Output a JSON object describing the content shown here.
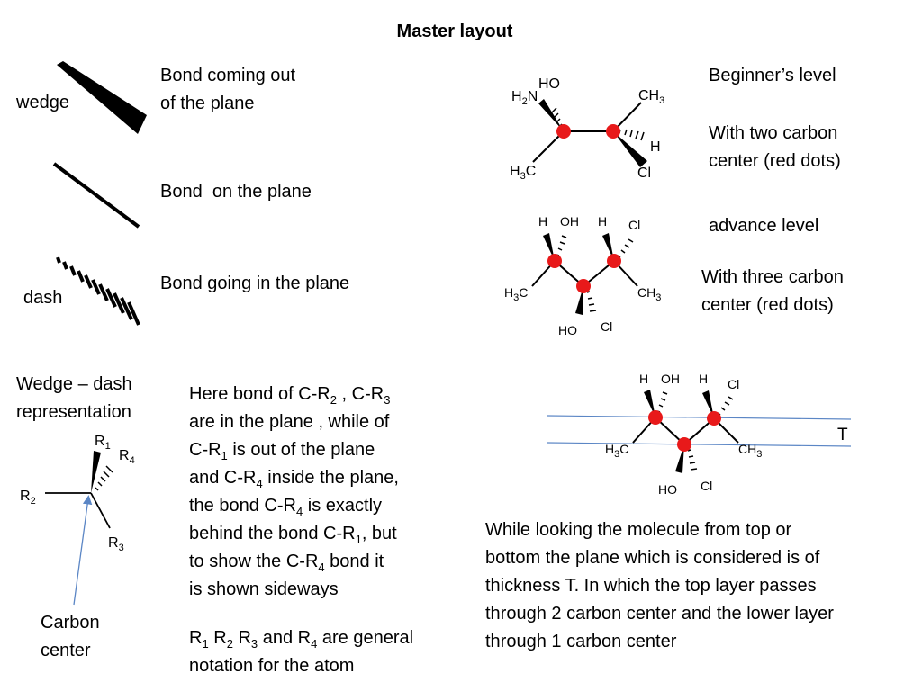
{
  "title": "Master layout",
  "legend": {
    "wedge_label": "wedge",
    "wedge_desc": [
      "Bond coming out",
      "of the plane"
    ],
    "plane_desc": "Bond  on the plane",
    "dash_label": "dash",
    "dash_desc": "Bond going in the plane"
  },
  "levels": {
    "beginner_title": "Beginner’s level",
    "beginner_desc": [
      "With two carbon",
      "center (red dots)"
    ],
    "advance_title": "advance level",
    "advance_desc": [
      "With three carbon",
      "center (red dots)"
    ]
  },
  "representation": {
    "heading": [
      "Wedge – dash",
      "representation"
    ],
    "carbon_center": [
      "Carbon",
      "center"
    ],
    "explanation_lines": [
      [
        "Here bond of C-R",
        "2",
        " , C-R",
        "3"
      ],
      [
        "are in the plane , while of"
      ],
      [
        "C-R",
        "1",
        " is out of the plane"
      ],
      [
        "and C-R",
        "4",
        " inside the plane,"
      ],
      [
        "the bond C-R",
        "4",
        " is exactly"
      ],
      [
        "behind the bond C-R",
        "1",
        ", but"
      ],
      [
        "to show the C-R",
        "4",
        " bond it"
      ],
      [
        "is shown sideways"
      ]
    ],
    "notation_lines": [
      [
        "R",
        "1",
        " R",
        "2",
        " R",
        "3",
        " and R",
        "4",
        " are general"
      ],
      [
        "notation for the atom"
      ]
    ]
  },
  "thickness": {
    "label": "T",
    "description": [
      "While looking the molecule from top or",
      "bottom the plane which is considered is of",
      "thickness T. In which the top layer passes",
      "through 2 carbon center and the lower layer",
      "through 1 carbon center"
    ]
  },
  "colors": {
    "carbon_center": "#e8191a",
    "plane_line": "#5b86c5"
  }
}
